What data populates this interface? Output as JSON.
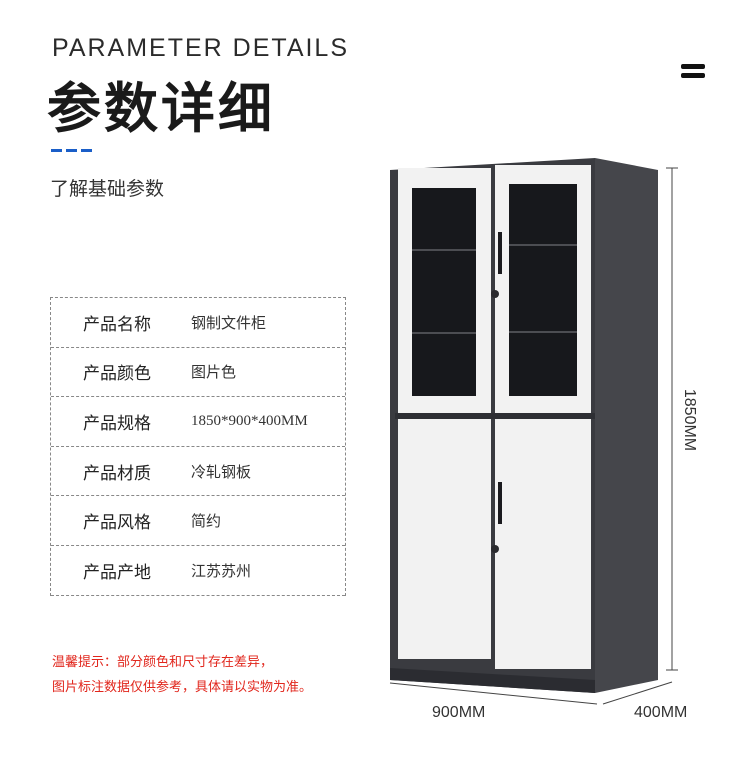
{
  "header": {
    "en_title": "PARAMETER DETAILS",
    "cn_title": "参数详细",
    "subtitle": "了解基础参数"
  },
  "params": [
    {
      "label": "产品名称",
      "value": "钢制文件柜"
    },
    {
      "label": "产品颜色",
      "value": "图片色"
    },
    {
      "label": "产品规格",
      "value": "1850*900*400MM"
    },
    {
      "label": "产品材质",
      "value": "冷轧钢板"
    },
    {
      "label": "产品风格",
      "value": "简约"
    },
    {
      "label": "产品产地",
      "value": "江苏苏州"
    }
  ],
  "notice": {
    "line1": "温馨提示：部分颜色和尺寸存在差异，",
    "line2": "图片标注数据仅供参考，具体请以实物为准。"
  },
  "dimensions": {
    "height": "1850MM",
    "width": "900MM",
    "depth": "400MM"
  },
  "colors": {
    "accent": "#1a5ec8",
    "notice": "#e1261c",
    "cabinet_frame": "#3a3b40",
    "cabinet_panel": "#f2f2f2"
  }
}
